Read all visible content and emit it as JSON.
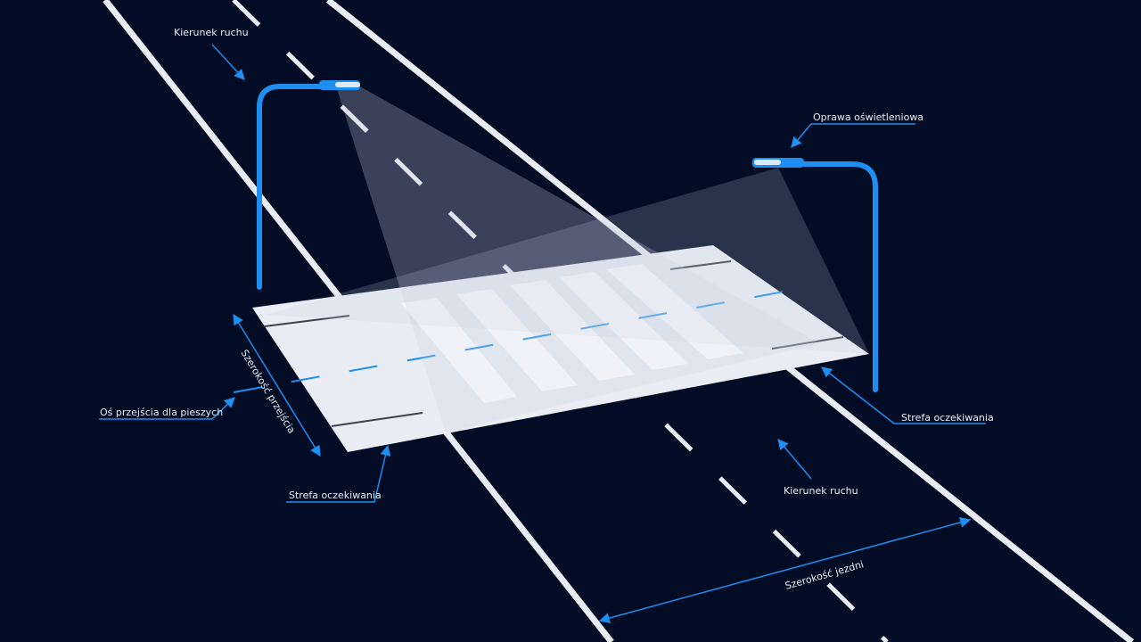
{
  "labels": {
    "traffic_direction_top": "Kierunek ruchu",
    "luminaire": "Oprawa oświetleniowa",
    "waiting_zone_right": "Strefa oczekiwania",
    "crossing_axis": "Oś przejścia dla pieszych",
    "crossing_width": "Szerokość przejścia",
    "waiting_zone_left": "Strefa oczekiwania",
    "traffic_direction_bottom": "Kierunek ruchu",
    "road_width": "Szerokość jezdni"
  },
  "colors": {
    "background": "#020c24",
    "road_edge": "#e8ecf2",
    "accent_blue": "#1e8ef0",
    "label_text": "#e6ecf5"
  }
}
